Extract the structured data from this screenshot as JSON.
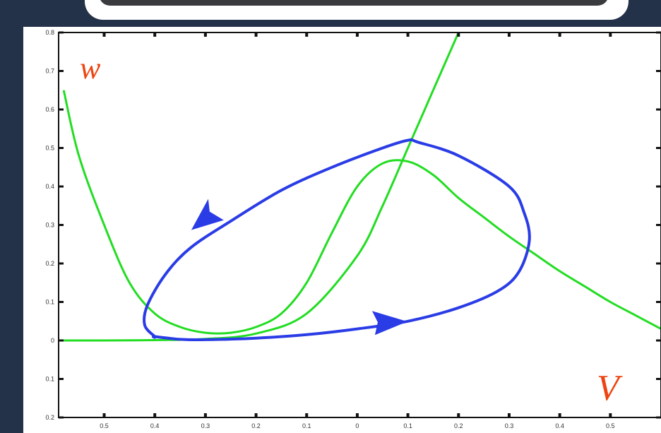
{
  "chart_data": {
    "type": "line",
    "x_tick_labels": [
      "0.5",
      "0.4",
      "0.3",
      "0.2",
      "0.1",
      "0",
      "0.1",
      "0.2",
      "0.3",
      "0.4",
      "0.5"
    ],
    "x_tick_values": [
      -0.5,
      -0.4,
      -0.3,
      -0.2,
      -0.1,
      0,
      0.1,
      0.2,
      0.3,
      0.4,
      0.5
    ],
    "y_tick_labels": [
      "0.8",
      "0.7",
      "0.6",
      "0.5",
      "0.4",
      "0.3",
      "0.2",
      "0.1",
      "0",
      "0.1",
      "0.2"
    ],
    "y_tick_values": [
      0.8,
      0.7,
      0.6,
      0.5,
      0.4,
      0.3,
      0.2,
      0.1,
      0,
      -0.1,
      -0.2
    ],
    "xlim": [
      -0.59,
      0.6
    ],
    "ylim": [
      -0.2,
      0.8
    ],
    "x_var_label": "V",
    "y_var_label": "w",
    "colors": {
      "nullcline": "#22dd22",
      "cycle": "#2a3ce6",
      "var_label": "#ee4411",
      "frame": "#111111"
    },
    "series": [
      {
        "role": "nullcline-right-steep",
        "x": [
          -0.59,
          -0.5,
          -0.4,
          -0.3,
          -0.2,
          -0.1,
          0.0,
          0.05,
          0.1,
          0.15,
          0.2
        ],
        "y": [
          0.0,
          0.0,
          0.001,
          0.004,
          0.018,
          0.07,
          0.22,
          0.35,
          0.5,
          0.65,
          0.8
        ]
      },
      {
        "role": "nullcline-left-hump",
        "x": [
          -0.58,
          -0.55,
          -0.5,
          -0.45,
          -0.4,
          -0.35,
          -0.3,
          -0.25,
          -0.2,
          -0.15,
          -0.1,
          -0.05,
          0.0,
          0.05,
          0.1,
          0.15,
          0.2,
          0.25,
          0.3,
          0.35,
          0.4,
          0.45,
          0.5,
          0.55,
          0.6
        ],
        "y": [
          0.65,
          0.48,
          0.3,
          0.15,
          0.07,
          0.035,
          0.02,
          0.02,
          0.035,
          0.07,
          0.15,
          0.28,
          0.4,
          0.46,
          0.465,
          0.43,
          0.37,
          0.32,
          0.27,
          0.225,
          0.18,
          0.14,
          0.1,
          0.065,
          0.03
        ]
      },
      {
        "role": "limit-cycle",
        "x": [
          -0.4,
          -0.35,
          -0.3,
          -0.2,
          -0.1,
          0.0,
          0.1,
          0.2,
          0.28,
          0.32,
          0.34,
          0.33,
          0.3,
          0.2,
          0.12,
          0.1,
          0.05,
          -0.05,
          -0.15,
          -0.25,
          -0.33,
          -0.38,
          -0.415,
          -0.42,
          -0.4
        ],
        "y": [
          0.01,
          0.003,
          0.002,
          0.006,
          0.015,
          0.03,
          0.05,
          0.085,
          0.13,
          0.18,
          0.26,
          0.33,
          0.4,
          0.48,
          0.515,
          0.52,
          0.5,
          0.45,
          0.39,
          0.31,
          0.24,
          0.17,
          0.09,
          0.04,
          0.01
        ]
      }
    ],
    "arrows": [
      {
        "x": 0.06,
        "y": 0.04,
        "direction": "right"
      },
      {
        "x": -0.3,
        "y": 0.32,
        "direction": "left-down"
      }
    ]
  }
}
